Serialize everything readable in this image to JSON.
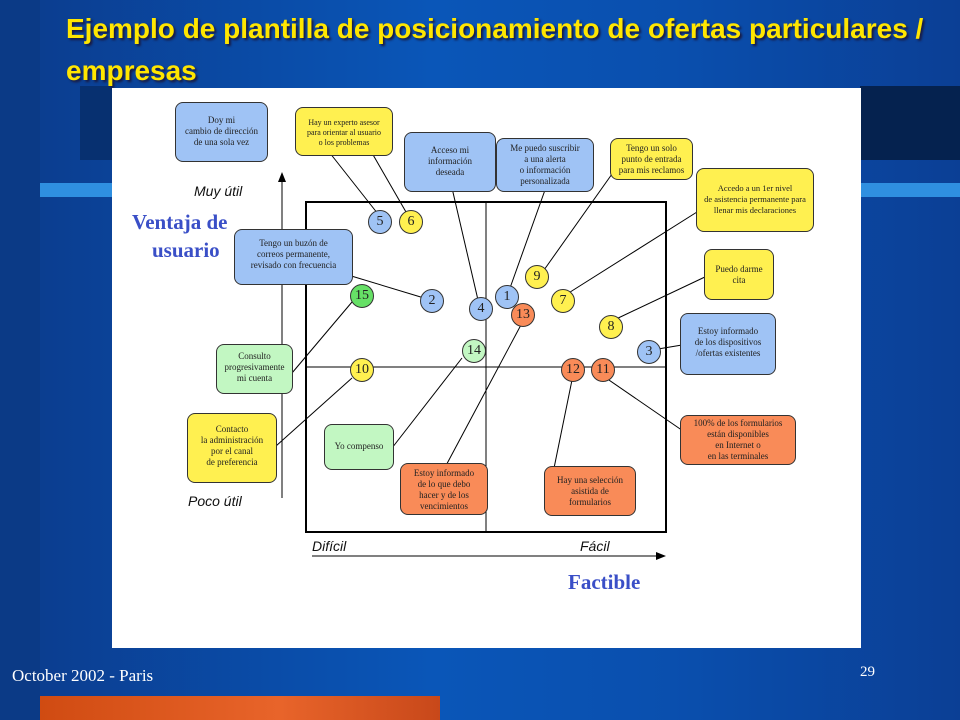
{
  "slide": {
    "title": "Ejemplo de plantilla de posicionamiento de ofertas particulares / empresas",
    "footer": "October 2002 - Paris",
    "page_number": "29"
  },
  "axes": {
    "y_title_line1": "Ventaja de",
    "y_title_line2": "usuario",
    "y_top": "Muy útil",
    "y_bottom": "Poco útil",
    "x_left": "Difícil",
    "x_right": "Fácil",
    "x_title": "Factible"
  },
  "nodes": [
    {
      "id": "n5",
      "label": "5",
      "color": "#9fc3f5"
    },
    {
      "id": "n6",
      "label": "6",
      "color": "#fff050"
    },
    {
      "id": "n15",
      "label": "15",
      "color": "#66e066"
    },
    {
      "id": "n2",
      "label": "2",
      "color": "#9fc3f5"
    },
    {
      "id": "n4",
      "label": "4",
      "color": "#9fc3f5"
    },
    {
      "id": "n1",
      "label": "1",
      "color": "#9fc3f5"
    },
    {
      "id": "n13",
      "label": "13",
      "color": "#f98b58"
    },
    {
      "id": "n9",
      "label": "9",
      "color": "#fff050"
    },
    {
      "id": "n7",
      "label": "7",
      "color": "#fff050"
    },
    {
      "id": "n8",
      "label": "8",
      "color": "#fff050"
    },
    {
      "id": "n3",
      "label": "3",
      "color": "#9fc3f5"
    },
    {
      "id": "n14",
      "label": "14",
      "color": "#c2f7c2"
    },
    {
      "id": "n10",
      "label": "10",
      "color": "#fff050"
    },
    {
      "id": "n12",
      "label": "12",
      "color": "#f98b58"
    },
    {
      "id": "n11",
      "label": "11",
      "color": "#f98b58"
    }
  ],
  "boxes": {
    "b5": [
      "Doy mi",
      "cambio de dirección",
      "de una sola vez"
    ],
    "b6": [
      "Hay un experto asesor",
      "para orientar al usuario",
      "o los problemas"
    ],
    "b4": [
      "Acceso mi",
      "información",
      "deseada"
    ],
    "b1": [
      "Me puedo suscribir",
      "a una alerta",
      "o información",
      "personalizada"
    ],
    "b9": [
      "Tengo un solo",
      "punto de entrada",
      "para mis reclamos"
    ],
    "b7": [
      "Accedo a un  1er nivel",
      "de asistencia permanente para",
      "llenar mis declaraciones"
    ],
    "b2": [
      "Tengo un buzón de",
      "correos permanente,",
      "revisado con frecuencia"
    ],
    "b8": [
      "Puedo darme",
      "cita"
    ],
    "b3": [
      "Estoy informado",
      "de los dispositivos",
      "/ofertas existentes"
    ],
    "b15": [
      "Consulto",
      "progresivamente",
      "mi cuenta"
    ],
    "b10": [
      "Contacto",
      "la administración",
      "por el canal",
      "de preferencia"
    ],
    "b14": [
      "Yo compenso"
    ],
    "b13": [
      "Estoy informado",
      "de lo que debo",
      "hacer y de los",
      "vencimientos"
    ],
    "b12": [
      "Hay una selección",
      "asistida de",
      "formularios"
    ],
    "b11": [
      "100% de los formularios",
      "están disponibles",
      "en Internet o",
      "en las terminales"
    ]
  }
}
